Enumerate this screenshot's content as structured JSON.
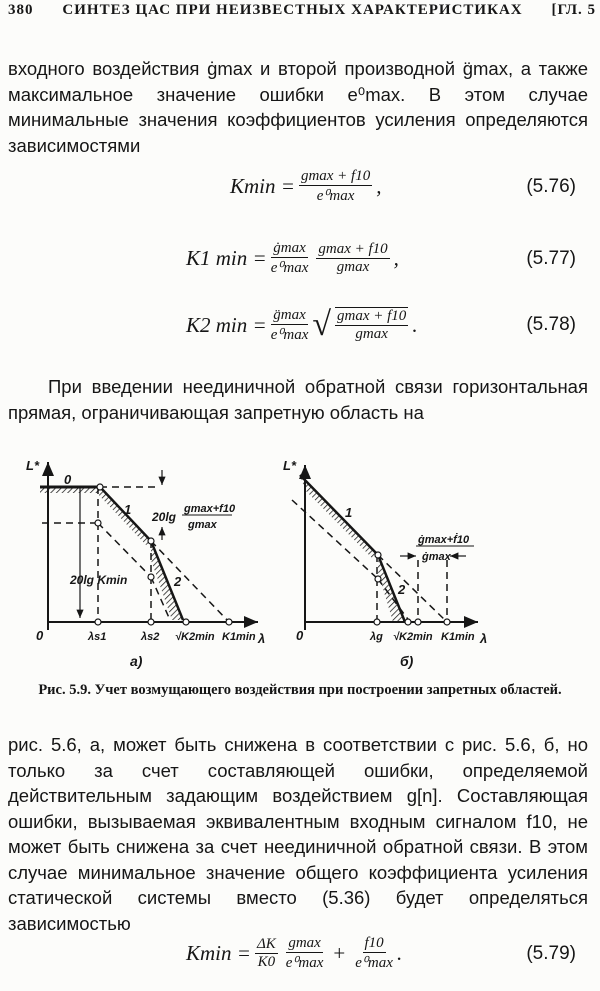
{
  "header": {
    "page_number": "380",
    "running_title": "СИНТЕЗ ЦАС ПРИ НЕИЗВЕСТНЫХ ХАРАКТЕРИСТИКАХ",
    "chapter": "[ГЛ. 5"
  },
  "para1": "входного воздействия ġmax и второй производной g̈max, а также максимальное значение ошибки e⁰max. В этом случае минимальные значения коэффициентов усиления определяются зависимостями",
  "equations": [
    {
      "lhs": "Kmin =",
      "num": "gmax + f10",
      "den": "e⁰max",
      "tail": ",",
      "number": "(5.76)"
    },
    {
      "lhs": "K1 min =",
      "num": "ġmax",
      "den": "e⁰max",
      "num2": "gmax + f10",
      "den2": "gmax",
      "tail": ",",
      "number": "(5.77)"
    },
    {
      "lhs": "K2 min =",
      "num": "g̈max",
      "den": "e⁰max",
      "num2": "gmax + f10",
      "den2": "gmax",
      "tail": ".",
      "number": "(5.78)"
    }
  ],
  "para2": "При введении неединичной обратной связи горизонтальная прямая, ограничивающая запретную область на",
  "figure": {
    "a": {
      "label": "а)",
      "axis_y": "L*",
      "axis_x": "λ",
      "origin": "0",
      "line0": "0",
      "line1": "1",
      "line2": "2",
      "ticks": [
        "λs1",
        "λs2",
        "√K2min",
        "K1min"
      ],
      "annot_top": "20lg (gmax+f10)/gmax",
      "annot_top_num": "gmax+f10",
      "annot_top_den": "gmax",
      "annot_top_pre": "20lg",
      "annot_k": "20lg Kmin"
    },
    "b": {
      "label": "б)",
      "axis_y": "L*",
      "axis_x": "λ",
      "origin": "0",
      "line1": "1",
      "line2": "2",
      "ticks": [
        "λg",
        "√K2min",
        "K1min"
      ],
      "annot_num": "ġmax+ḟ10",
      "annot_den": "ġmax"
    },
    "caption": "Рис. 5.9. Учет возмущающего воздействия при построении запретных областей."
  },
  "para3": "рис. 5.6, а, может быть снижена в соответствии с рис. 5.6, б, но только за счет составляющей ошибки, определяемой действительным задающим воздействием g[n]. Составляющая ошибки, вызываемая эквивалентным входным сигналом f10, не может быть снижена за счет неединичной обратной связи. В этом случае минимальное значение общего коэффициента усиления статической системы вместо (5.36) будет определяться зависимостью",
  "eq_final": {
    "lhs": "Kmin =",
    "n1": "ΔK",
    "d1": "K0",
    "n2": "gmax",
    "d2": "e⁰max",
    "plus": "+",
    "n3": "f10",
    "d3": "e⁰max",
    "tail": ".",
    "number": "(5.79)"
  }
}
